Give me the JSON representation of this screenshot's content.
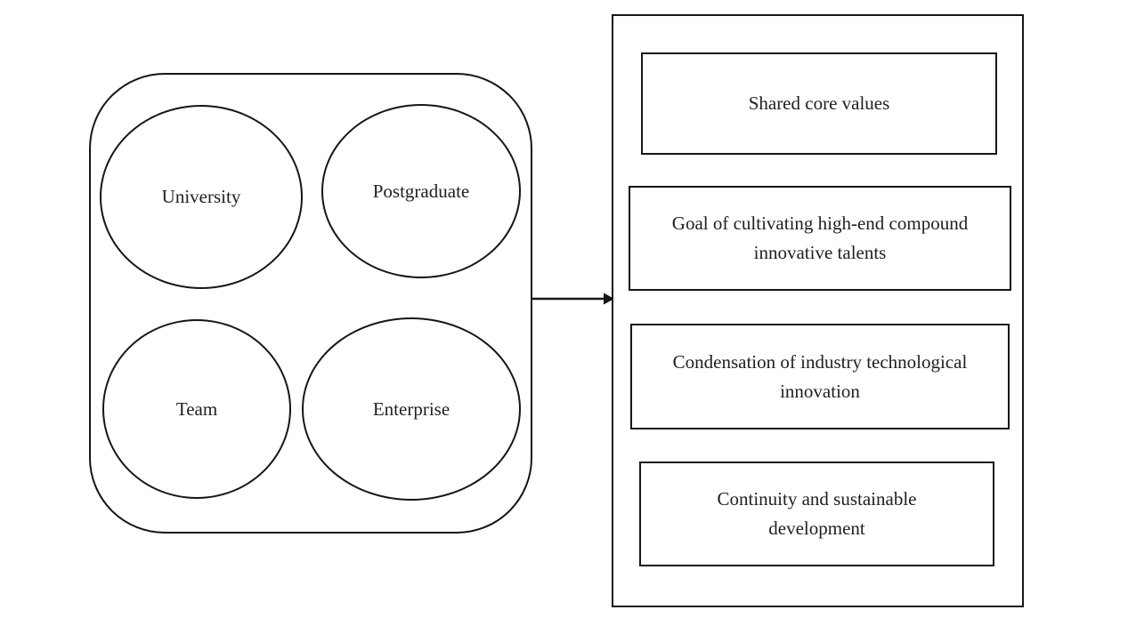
{
  "diagram": {
    "left_group": {
      "circles": [
        {
          "label": "University"
        },
        {
          "label": "Postgraduate"
        },
        {
          "label": "Team"
        },
        {
          "label": "Enterprise"
        }
      ]
    },
    "arrow": {
      "direction": "right"
    },
    "right_group": {
      "boxes": [
        {
          "label": "Shared core values"
        },
        {
          "label": "Goal of cultivating high-end compound innovative talents"
        },
        {
          "label": "Condensation of industry technological innovation"
        },
        {
          "label": "Continuity and sustainable development"
        }
      ]
    },
    "colors": {
      "stroke": "#161616",
      "text": "#1f1f1f",
      "background": "#ffffff"
    }
  }
}
